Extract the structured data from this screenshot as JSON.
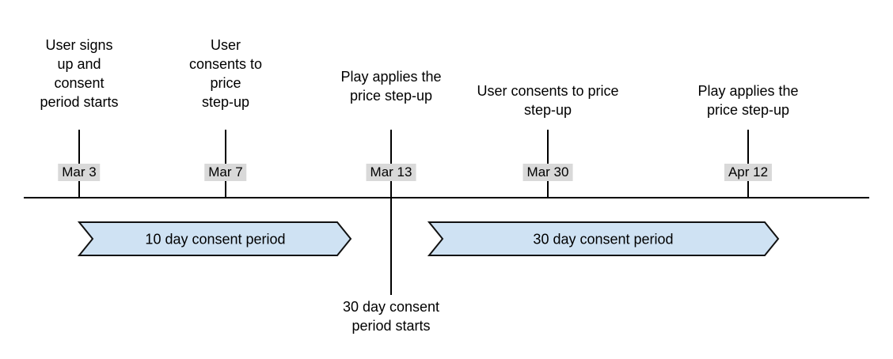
{
  "colors": {
    "background": "#ffffff",
    "text": "#000000",
    "line": "#000000",
    "date_bg": "#d9d9d9",
    "arrow_fill": "#cfe2f3",
    "arrow_border": "#111111"
  },
  "timeline": {
    "events": [
      {
        "date": "Mar 3",
        "label": "User signs\nup and\nconsent\nperiod starts"
      },
      {
        "date": "Mar 7",
        "label": "User\nconsents to\nprice\nstep-up"
      },
      {
        "date": "Mar 13",
        "label": "Play applies the\nprice step-up",
        "note": "30 day consent\nperiod starts"
      },
      {
        "date": "Mar 30",
        "label": "User consents to price\nstep-up"
      },
      {
        "date": "Apr 12",
        "label": "Play applies the\nprice step-up"
      }
    ],
    "periods": [
      {
        "label": "10 day consent period"
      },
      {
        "label": "30 day consent period"
      }
    ]
  }
}
